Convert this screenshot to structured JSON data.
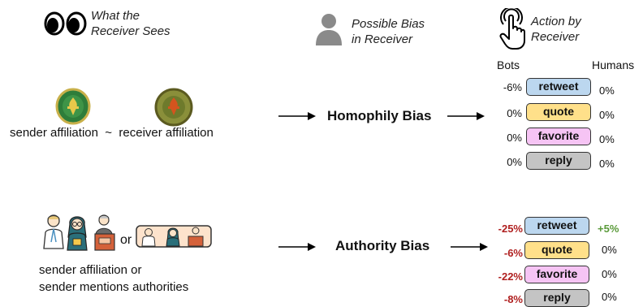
{
  "headers": {
    "sees": [
      "What the",
      "Receiver Sees"
    ],
    "bias": [
      "Possible Bias",
      "in Receiver"
    ],
    "action": [
      "Action by",
      "Receiver"
    ]
  },
  "columns": {
    "bots": "Bots",
    "humans": "Humans"
  },
  "homophily": {
    "affiliation_text": "sender affiliation  ~  receiver affiliation",
    "bias_label": "Homophily Bias",
    "actions": [
      {
        "label": "retweet",
        "bots": "-6%",
        "bots_style": "neg",
        "humans": "0%",
        "humans_style": ""
      },
      {
        "label": "quote",
        "bots": "0%",
        "bots_style": "",
        "humans": "0%",
        "humans_style": ""
      },
      {
        "label": "favorite",
        "bots": "0%",
        "bots_style": "",
        "humans": "0%",
        "humans_style": ""
      },
      {
        "label": "reply",
        "bots": "0%",
        "bots_style": "",
        "humans": "0%",
        "humans_style": ""
      }
    ]
  },
  "authority": {
    "or_text": "or",
    "affiliation_lines": [
      "sender affiliation or",
      "sender mentions authorities"
    ],
    "bias_label": "Authority Bias",
    "actions": [
      {
        "label": "retweet",
        "bots": "-25%",
        "bots_style": "neg",
        "humans": "+5%",
        "humans_style": "pos"
      },
      {
        "label": "quote",
        "bots": "-6%",
        "bots_style": "neg",
        "humans": "0%",
        "humans_style": ""
      },
      {
        "label": "favorite",
        "bots": "-22%",
        "bots_style": "neg",
        "humans": "0%",
        "humans_style": ""
      },
      {
        "label": "reply",
        "bots": "-8%",
        "bots_style": "neg",
        "humans": "0%",
        "humans_style": ""
      }
    ]
  },
  "colors": {
    "retweet": "#bcd7ef",
    "quote": "#ffe08a",
    "favorite": "#f6c4f4",
    "reply": "#c4c4c4",
    "negative": "#b02020",
    "positive": "#5a9a3a"
  },
  "icons": [
    "eyes-icon",
    "person-icon",
    "hand-pointer-icon",
    "badge-icon",
    "people-icon",
    "arrow-icon"
  ]
}
